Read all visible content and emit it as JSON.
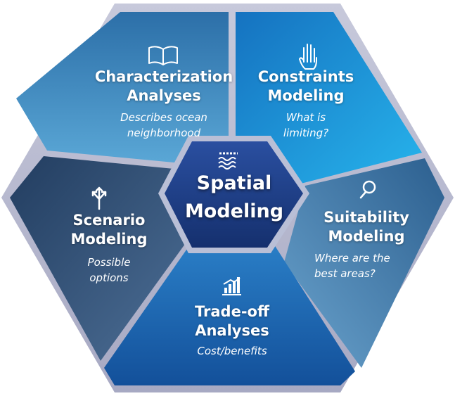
{
  "center": {
    "line1": "Spatial",
    "line2": "Modeling",
    "icon": "water-waves-icon"
  },
  "segments": {
    "characterization": {
      "title1": "Characterization",
      "title2": "Analyses",
      "desc1": "Describes ocean",
      "desc2": "neighborhood",
      "icon": "open-book-icon",
      "color": "#3b8fc6"
    },
    "constraints": {
      "title1": "Constraints",
      "title2": "Modeling",
      "desc1": "What is",
      "desc2": "limiting?",
      "icon": "raised-hand-icon",
      "color": "#1a9ee0"
    },
    "suitability": {
      "title1": "Suitability",
      "title2": "Modeling",
      "desc1": "Where are the",
      "desc2": "best areas?",
      "icon": "magnifier-icon",
      "color": "#4a89bd"
    },
    "tradeoff": {
      "title1": "Trade-off",
      "title2": "Analyses",
      "desc1": "Cost/benefits",
      "icon": "bar-chart-icon",
      "color": "#1f64aa"
    },
    "scenario": {
      "title1": "Scenario",
      "title2": "Modeling",
      "desc1": "Possible",
      "desc2": "options",
      "icon": "split-arrows-icon",
      "color": "#37587f"
    }
  }
}
